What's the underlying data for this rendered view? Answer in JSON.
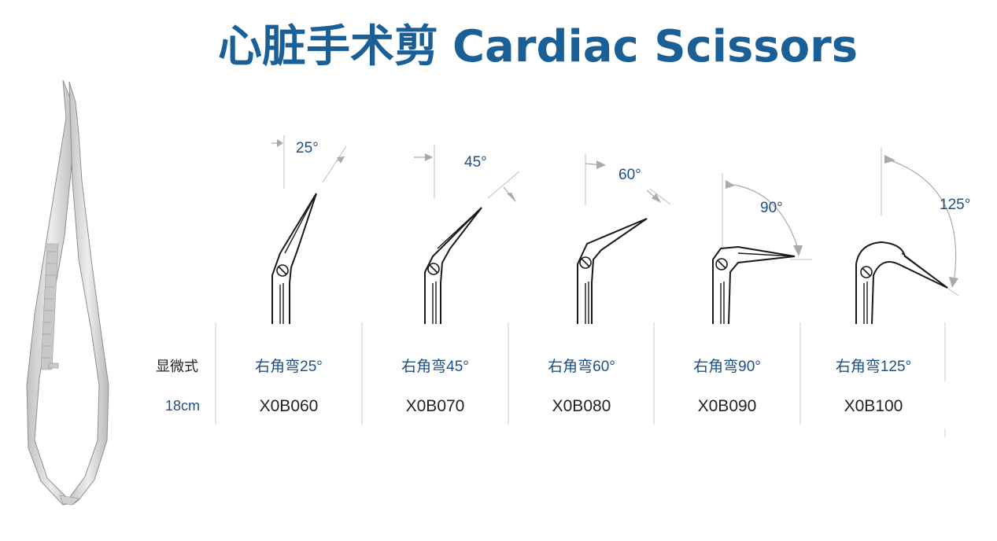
{
  "title": {
    "cn": "心脏手术剪",
    "en": "Cardiac Scissors"
  },
  "row_labels": {
    "type": "显微式",
    "size": "18cm"
  },
  "variants": [
    {
      "angle": "25°",
      "type": "右角弯25°",
      "code": "X0B060"
    },
    {
      "angle": "45°",
      "type": "右角弯45°",
      "code": "X0B070"
    },
    {
      "angle": "60°",
      "type": "右角弯60°",
      "code": "X0B080"
    },
    {
      "angle": "90°",
      "type": "右角弯90°",
      "code": "X0B090"
    },
    {
      "angle": "125°",
      "type": "右角弯125°",
      "code": "X0B100"
    }
  ],
  "colors": {
    "title": "#1b5f97",
    "label_blue": "#1e4f86",
    "text": "#222222",
    "divider": "#cccccc",
    "instrument": "#d9dadb"
  }
}
